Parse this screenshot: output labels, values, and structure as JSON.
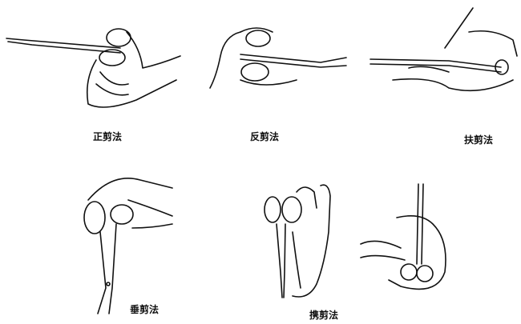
{
  "figures": [
    {
      "id": "forward-cut",
      "label": "正剪法"
    },
    {
      "id": "reverse-cut",
      "label": "反剪法"
    },
    {
      "id": "supported-cut",
      "label": "扶剪法"
    },
    {
      "id": "vertical-cut",
      "label": "垂剪法"
    },
    {
      "id": "carried-cut",
      "label": "携剪法"
    }
  ]
}
